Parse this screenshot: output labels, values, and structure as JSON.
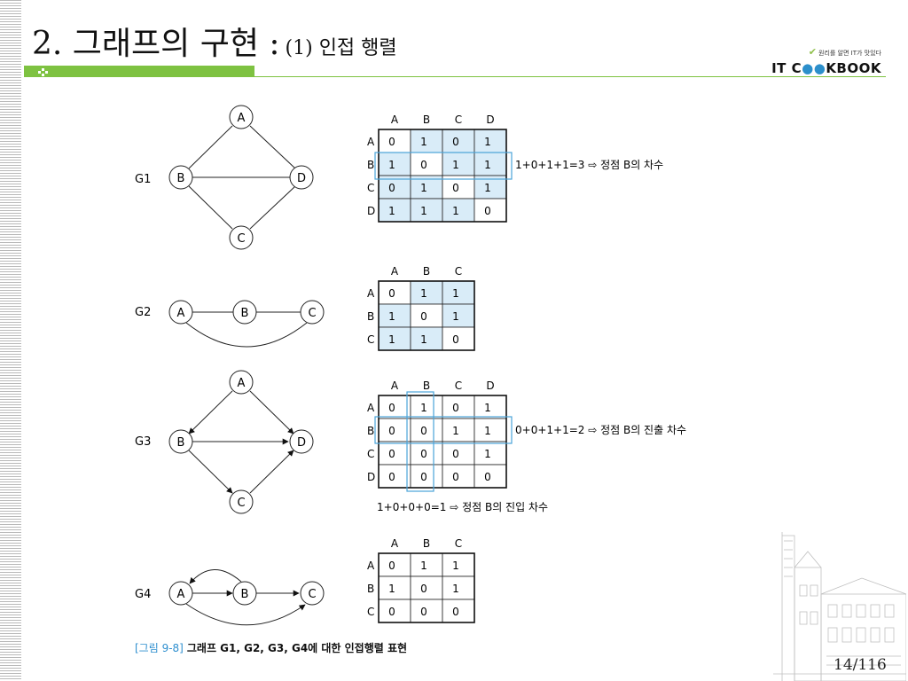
{
  "title": {
    "main": "2. 그래프의 구현 :",
    "sub": "(1) 인접 행렬"
  },
  "brand": {
    "tagline": "원리를 알면 IT가 맛있다",
    "logo_prefix": "IT C",
    "logo_suffix": "KBOOK"
  },
  "graphs": [
    {
      "name": "G1",
      "nodes": [
        "A",
        "B",
        "C",
        "D"
      ]
    },
    {
      "name": "G2",
      "nodes": [
        "A",
        "B",
        "C"
      ]
    },
    {
      "name": "G3",
      "nodes": [
        "A",
        "B",
        "C",
        "D"
      ]
    },
    {
      "name": "G4",
      "nodes": [
        "A",
        "B",
        "C"
      ]
    }
  ],
  "matrices": [
    {
      "graph": "G1",
      "headers": [
        "A",
        "B",
        "C",
        "D"
      ],
      "rows": [
        "A",
        "B",
        "C",
        "D"
      ],
      "cells": [
        [
          0,
          1,
          0,
          1
        ],
        [
          1,
          0,
          1,
          1
        ],
        [
          0,
          1,
          0,
          1
        ],
        [
          1,
          1,
          1,
          0
        ]
      ],
      "shaded": true
    },
    {
      "graph": "G2",
      "headers": [
        "A",
        "B",
        "C"
      ],
      "rows": [
        "A",
        "B",
        "C"
      ],
      "cells": [
        [
          0,
          1,
          1
        ],
        [
          1,
          0,
          1
        ],
        [
          1,
          1,
          0
        ]
      ],
      "shaded": true
    },
    {
      "graph": "G3",
      "headers": [
        "A",
        "B",
        "C",
        "D"
      ],
      "rows": [
        "A",
        "B",
        "C",
        "D"
      ],
      "cells": [
        [
          0,
          1,
          0,
          1
        ],
        [
          0,
          0,
          1,
          1
        ],
        [
          0,
          0,
          0,
          1
        ],
        [
          0,
          0,
          0,
          0
        ]
      ],
      "shaded": false
    },
    {
      "graph": "G4",
      "headers": [
        "A",
        "B",
        "C"
      ],
      "rows": [
        "A",
        "B",
        "C"
      ],
      "cells": [
        [
          0,
          1,
          1
        ],
        [
          1,
          0,
          1
        ],
        [
          0,
          0,
          0
        ]
      ],
      "shaded": false
    }
  ],
  "annotations": {
    "g1_degree": "1+0+1+1=3 ⇨ 정점 B의 차수",
    "g3_out_degree": "0+0+1+1=2 ⇨ 정점 B의 진출 차수",
    "g3_in_degree": "1+0+0+0=1 ⇨ 정점 B의 진입 차수"
  },
  "caption": {
    "label": "[그림 9-8]",
    "text": "그래프 G1, G2, G3, G4에 대한 인접행렬 표현"
  },
  "page_number": "14/116",
  "colors": {
    "accent_green": "#7ec241",
    "cell_fill": "#d9ecf8",
    "highlight_border": "#4aa3d8",
    "caption_blue": "#2f8fcf"
  }
}
